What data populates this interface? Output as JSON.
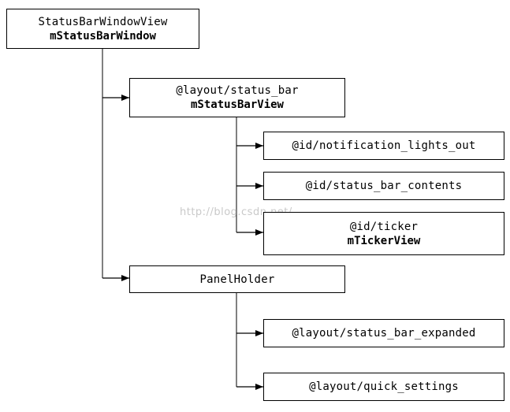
{
  "nodes": {
    "root": {
      "line1": "StatusBarWindowView",
      "line2": "mStatusBarWindow"
    },
    "status_bar": {
      "line1": "@layout/status_bar",
      "line2": "mStatusBarView"
    },
    "lights_out": {
      "line1": "@id/notification_lights_out"
    },
    "contents": {
      "line1": "@id/status_bar_contents"
    },
    "ticker": {
      "line1": "@id/ticker",
      "line2": "mTickerView"
    },
    "panel_holder": {
      "line1": "PanelHolder"
    },
    "expanded": {
      "line1": "@layout/status_bar_expanded"
    },
    "quick_settings": {
      "line1": "@layout/quick_settings"
    }
  },
  "watermark": "http://blog.csdn.net/",
  "colors": {
    "line": "#000000",
    "watermark": "#c9c9c9"
  }
}
